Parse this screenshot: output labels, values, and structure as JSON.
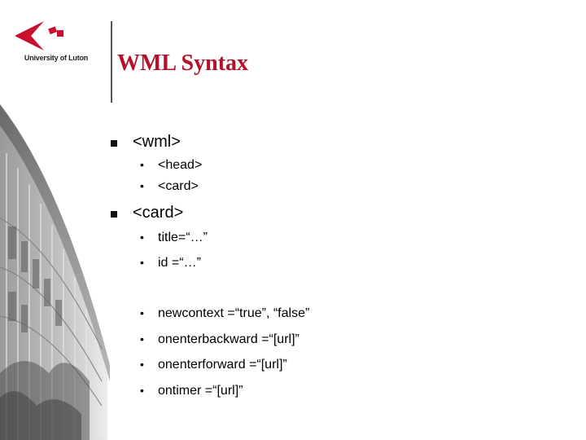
{
  "header": {
    "logo_text": "University of Luton",
    "title": "WML Syntax"
  },
  "content": {
    "item1": {
      "label": "<wml>",
      "subitems": [
        "<head>",
        "<card>"
      ]
    },
    "item2": {
      "label": "<card>",
      "subitems": [
        "title=“…”",
        "id =“…”",
        "newcontext =“true”, “false”",
        "onenterbackward =“[url]”",
        "onenterforward =“[url]”",
        "ontimer =“[url]”"
      ]
    }
  },
  "colors": {
    "title": "#b3122a",
    "logo": "#c8102e"
  },
  "icons": {
    "bullet_level1": "square-bullet-icon",
    "bullet_level2": "round-bullet-icon"
  }
}
